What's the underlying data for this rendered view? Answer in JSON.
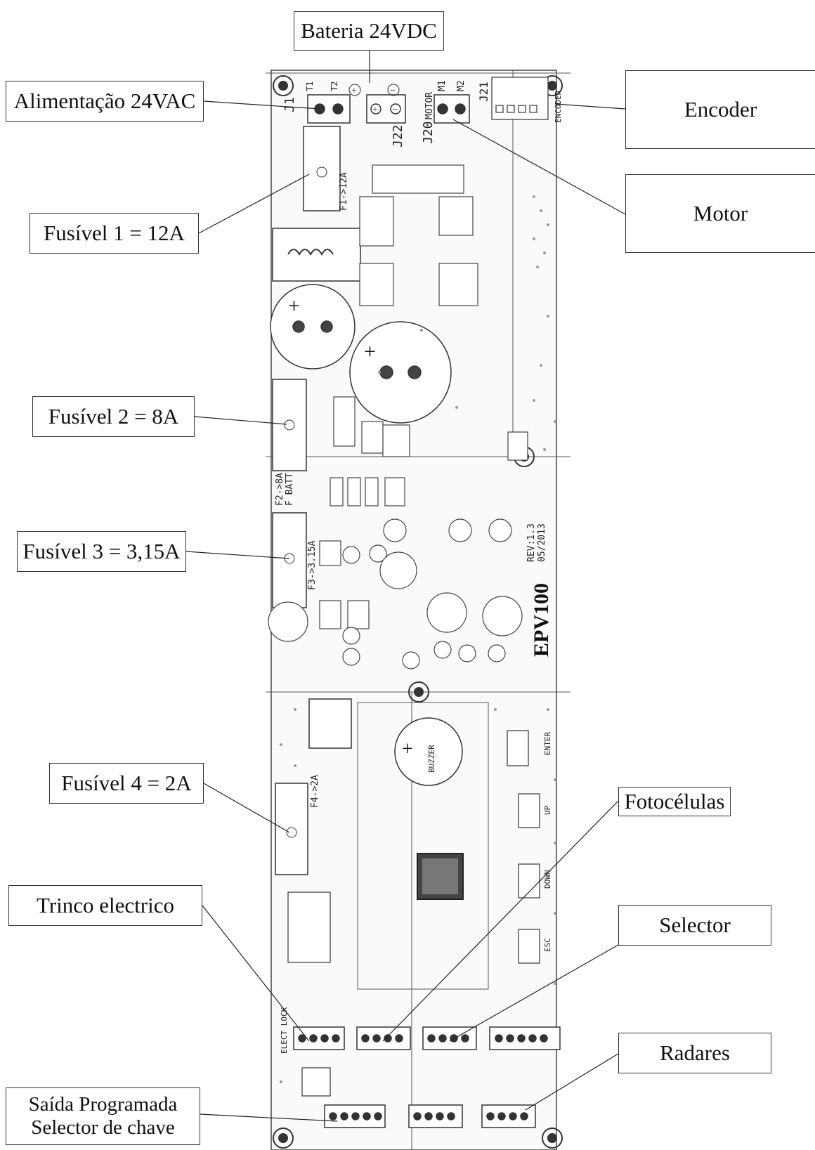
{
  "labels": {
    "bateria": "Bateria 24VDC",
    "alimentacao": "Alimentação 24VAC",
    "encoder": "Encoder",
    "motor": "Motor",
    "fusivel1": "Fusível 1 = 12A",
    "fusivel2": "Fusível 2 = 8A",
    "fusivel3": "Fusível 3 = 3,15A",
    "fusivel4": "Fusível 4 = 2A",
    "fotocelulas": "Fotocélulas",
    "trinco": "Trinco electrico",
    "selector": "Selector",
    "radares": "Radares",
    "saida_line1": "Saída Programada",
    "saida_line2": "Selector de chave"
  },
  "board": {
    "model": "EPV100",
    "revision": "REV:1.3",
    "date": "05/2013",
    "connectors": {
      "j1": "J1",
      "j22": "J22",
      "j20": "J20",
      "j21": "J21",
      "motor": "MOTOR",
      "m1": "M1",
      "m2": "M2",
      "t1": "T1",
      "t2": "T2",
      "encoder": "ENCODER",
      "elect_lock": "ELECT LOCK"
    },
    "fuses": {
      "f1": "F1->12A",
      "f2": "F2->8A",
      "f2b": "F BATT",
      "f3": "F3->3.15A",
      "f4": "F4->2A"
    },
    "components": {
      "buzzer": "BUZZER",
      "enter": "ENTER",
      "up": "UP",
      "down": "DOWN",
      "esc": "ESC"
    }
  }
}
